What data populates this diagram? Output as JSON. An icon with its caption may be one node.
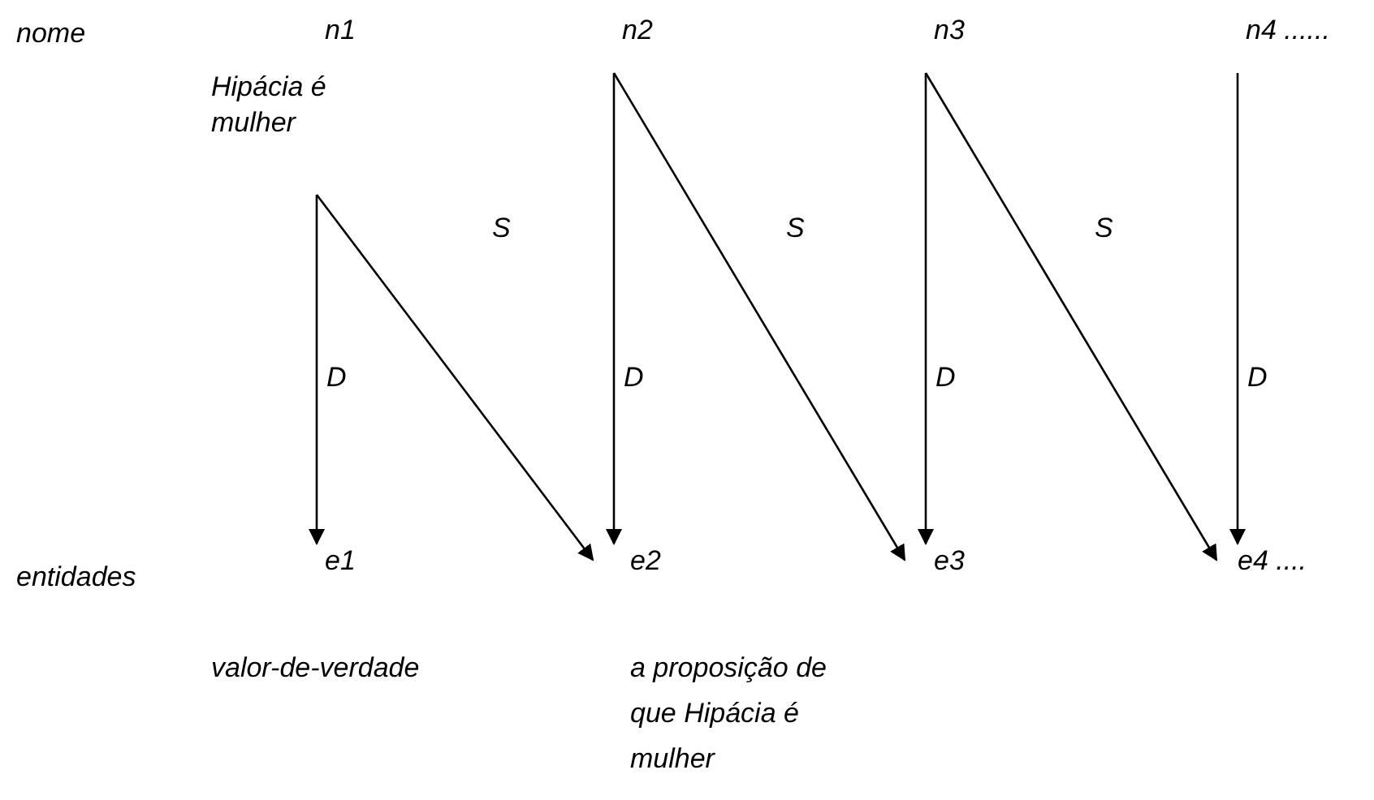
{
  "diagram": {
    "nodes": [
      {
        "text": [
          "n1",
          "Hipácia é mulher"
        ]
      },
      {
        "text": [
          "n2"
        ]
      },
      {
        "text": [
          "n3"
        ]
      },
      {
        "text": [
          "n4 ......"
        ]
      },
      {
        "text": [
          "e1"
        ],
        "beside": [
          "valor-de-verdade"
        ]
      },
      {
        "text": [
          "e2"
        ],
        "beside": [
          "a proposição de que Hipácia é mulher"
        ]
      },
      {
        "text": [
          "e3"
        ]
      },
      {
        "text": [
          "e4 ...."
        ]
      }
    ],
    "edges": [
      {
        "from": 0,
        "to": 4,
        "arrow": "to",
        "label": "D"
      },
      {
        "from": 0,
        "to": 5,
        "arrow": "to",
        "label": "S"
      },
      {
        "from": 1,
        "to": 5,
        "arrow": "to",
        "label": "D"
      },
      {
        "from": 1,
        "to": 6,
        "arrow": "to",
        "label": "S"
      },
      {
        "from": 2,
        "to": 6,
        "arrow": "to",
        "label": "D"
      },
      {
        "from": 2,
        "to": 7,
        "arrow": "to",
        "label": "S"
      },
      {
        "from": 3,
        "to": 7,
        "arrow": "to",
        "label": "D"
      }
    ],
    "labels": [
      "nome",
      "entidades"
    ]
  }
}
